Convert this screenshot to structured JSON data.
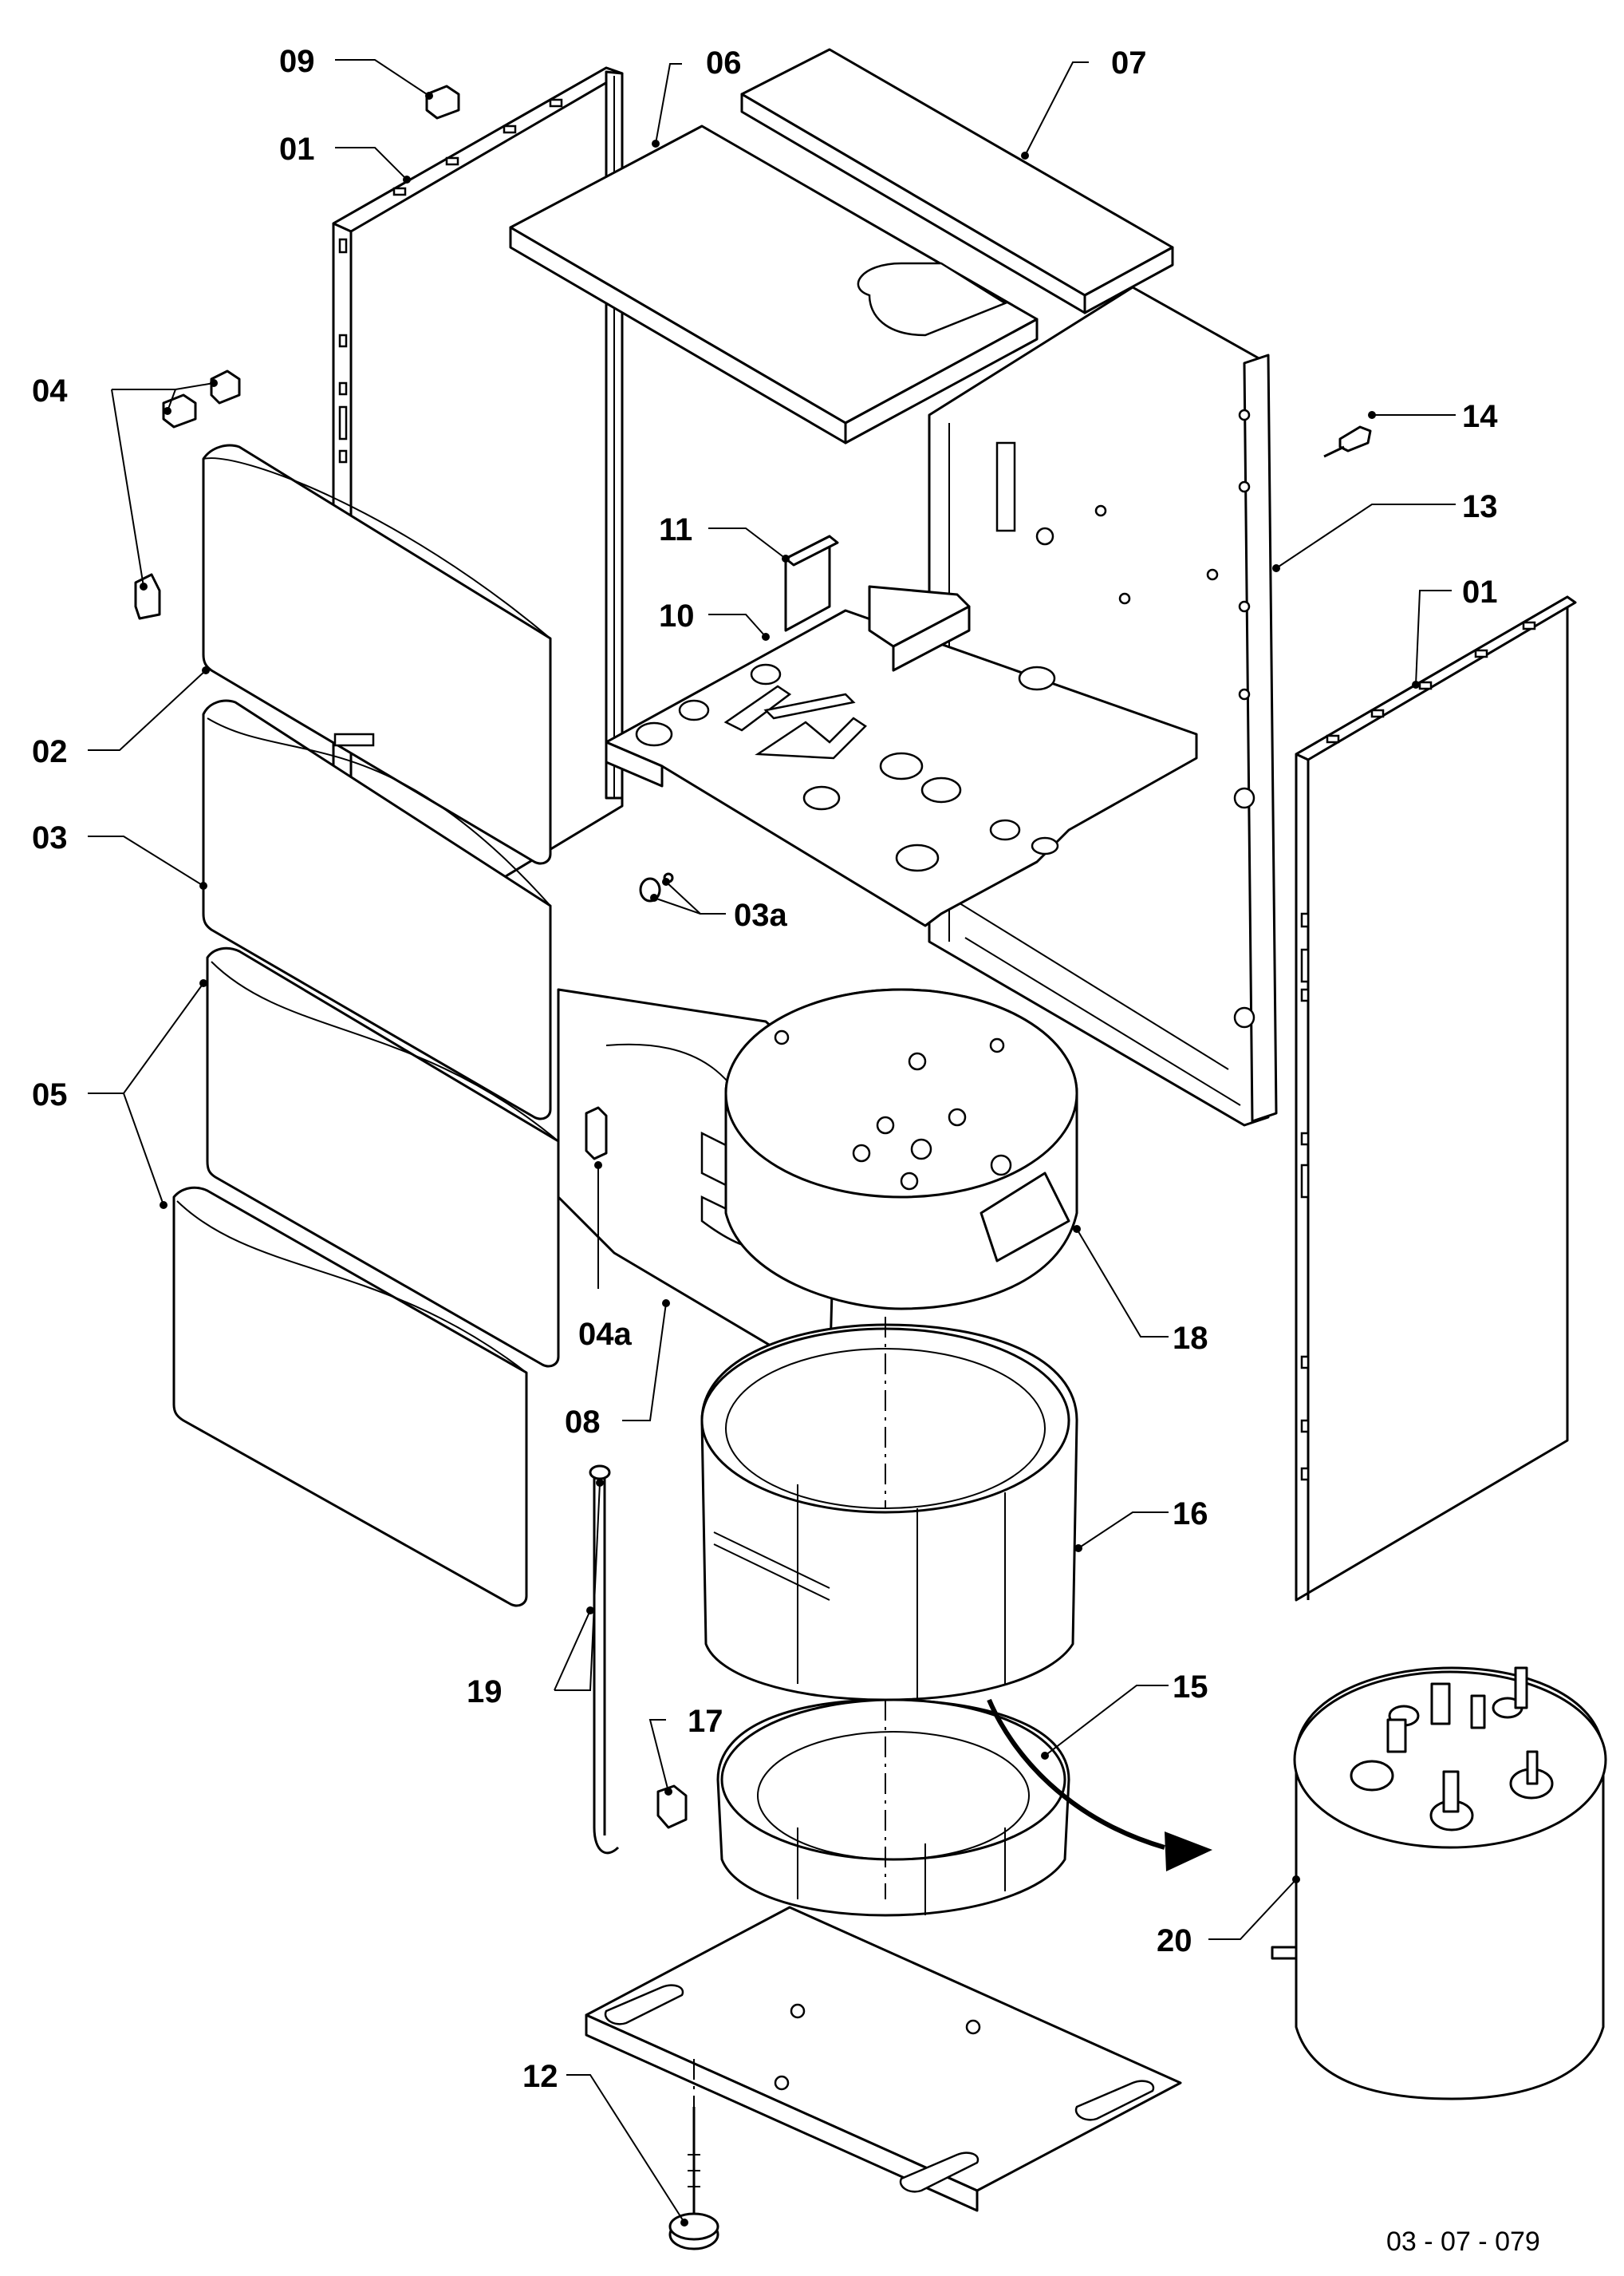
{
  "drawing_reference": "03 - 07 - 079",
  "callouts": {
    "c01a": "01",
    "c01b": "01",
    "c02": "02",
    "c03": "03",
    "c03a": "03a",
    "c04": "04",
    "c04a": "04a",
    "c05": "05",
    "c06": "06",
    "c07": "07",
    "c08": "08",
    "c09": "09",
    "c10": "10",
    "c11": "11",
    "c12": "12",
    "c13": "13",
    "c14": "14",
    "c15": "15",
    "c16": "16",
    "c17": "17",
    "c18": "18",
    "c19": "19",
    "c20": "20"
  }
}
